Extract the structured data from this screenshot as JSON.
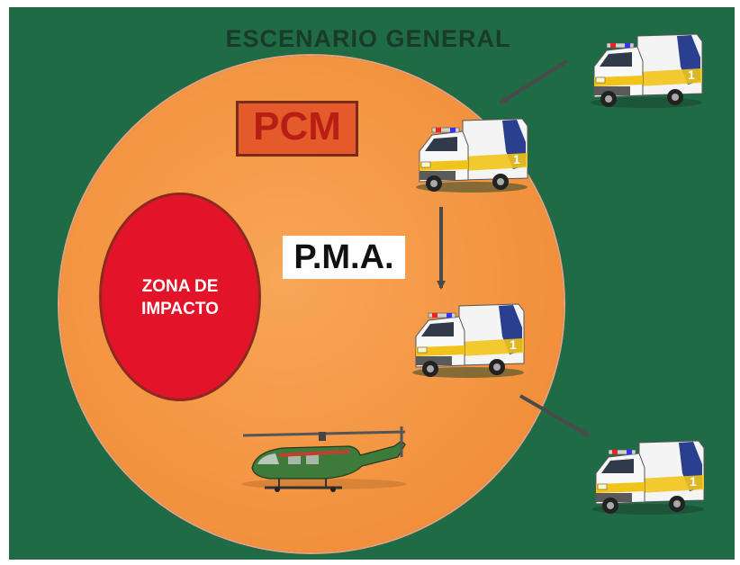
{
  "diagram": {
    "title": "ESCENARIO GENERAL",
    "command_post": {
      "label": "PCM"
    },
    "medical_post": {
      "label": "P.M.A."
    },
    "impact_zone": {
      "label": "ZONA DE\nIMPACTO"
    },
    "ambulance_label": "1",
    "ambulance_count": 4,
    "helicopter_count": 1,
    "arrow_count": 3
  },
  "colors": {
    "background": "#1e6b45",
    "outer_circle": "#f2903c",
    "impact_zone": "#e3142a",
    "pcm_box": "#e45a2a",
    "pcm_text": "#b81e14",
    "pma_box": "#ffffff",
    "arrow": "#4a4a4a",
    "helicopter": "#3e7a3a"
  },
  "icons": [
    "ambulance-icon",
    "helicopter-icon",
    "arrow-icon"
  ]
}
